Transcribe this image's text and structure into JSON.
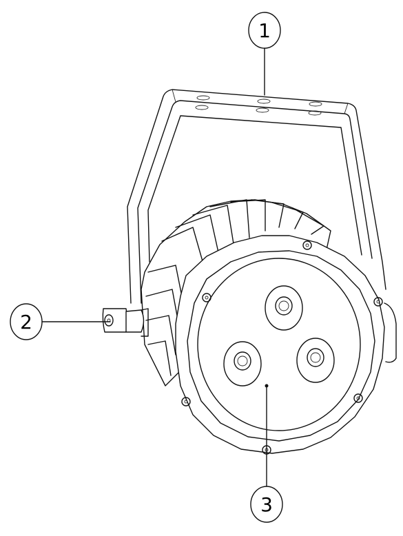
{
  "callouts": [
    {
      "id": "1",
      "label": "1",
      "part": "mounting-bracket"
    },
    {
      "id": "2",
      "label": "2",
      "part": "bracket-knob"
    },
    {
      "id": "3",
      "label": "3",
      "part": "front-lens"
    }
  ],
  "colors": {
    "line": "#111111",
    "background": "#ffffff"
  }
}
